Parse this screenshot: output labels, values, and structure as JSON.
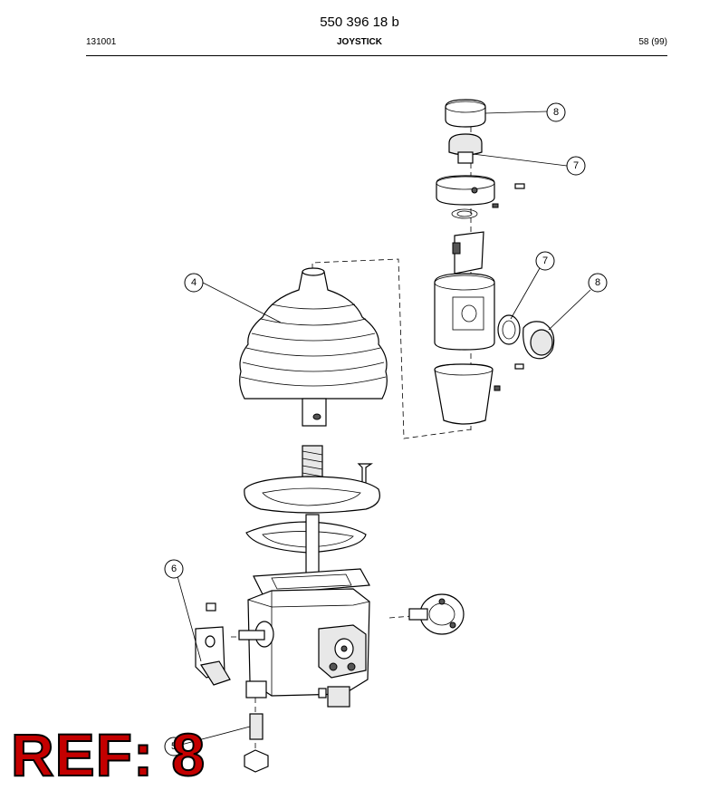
{
  "header": {
    "doc_number": "550 396 18 b",
    "left": "131001",
    "center": "JOYSTICK",
    "right": "58 (99)"
  },
  "callouts": [
    {
      "label": "8"
    },
    {
      "label": "7"
    },
    {
      "label": "7"
    },
    {
      "label": "8"
    },
    {
      "label": "4"
    },
    {
      "label": "6"
    },
    {
      "label": "5"
    }
  ],
  "ref": {
    "text": "REF: 8",
    "color": "#c40000"
  }
}
